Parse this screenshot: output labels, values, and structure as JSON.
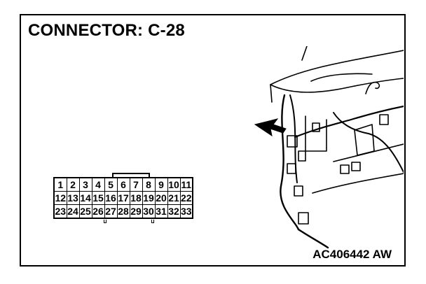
{
  "title": "CONNECTOR: C-28",
  "figure_code": "AC406442 AW",
  "connector_pins": [
    [
      "1",
      "2",
      "3",
      "4",
      "5",
      "6",
      "7",
      "8",
      "9",
      "10",
      "11"
    ],
    [
      "12",
      "13",
      "14",
      "15",
      "16",
      "17",
      "18",
      "19",
      "20",
      "21",
      "22"
    ],
    [
      "23",
      "24",
      "25",
      "26",
      "27",
      "28",
      "29",
      "30",
      "31",
      "32",
      "33"
    ]
  ]
}
